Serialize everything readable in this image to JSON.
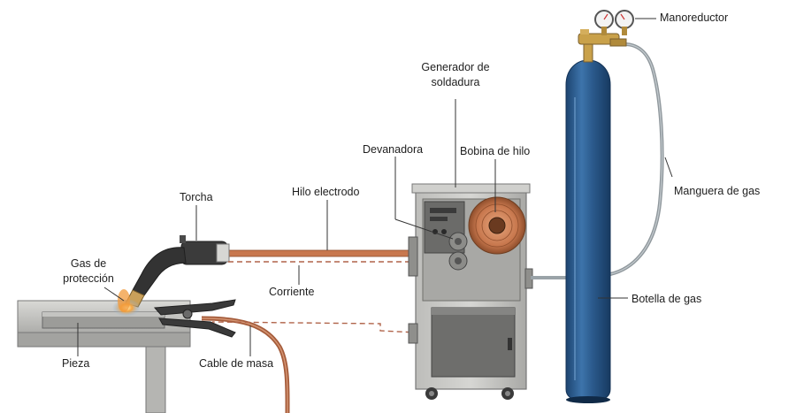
{
  "labels": {
    "manoreductor": "Manoreductor",
    "generador_line1": "Generador de",
    "generador_line2": "soldadura",
    "devanadora": "Devanadora",
    "bobina": "Bobina de hilo",
    "torcha": "Torcha",
    "hilo": "Hilo electrodo",
    "manguera": "Manguera de gas",
    "gas_line1": "Gas de",
    "gas_line2": "protección",
    "corriente": "Corriente",
    "botella": "Botella de gas",
    "pieza": "Pieza",
    "cable_masa": "Cable de masa"
  },
  "colors": {
    "cylinder": "#2b5a8c",
    "machine": "#c9c9c6",
    "copper": "#c8784e",
    "hose": "#9aa3a8",
    "current_line": "#b0644a",
    "flame": "#f29a3b"
  }
}
